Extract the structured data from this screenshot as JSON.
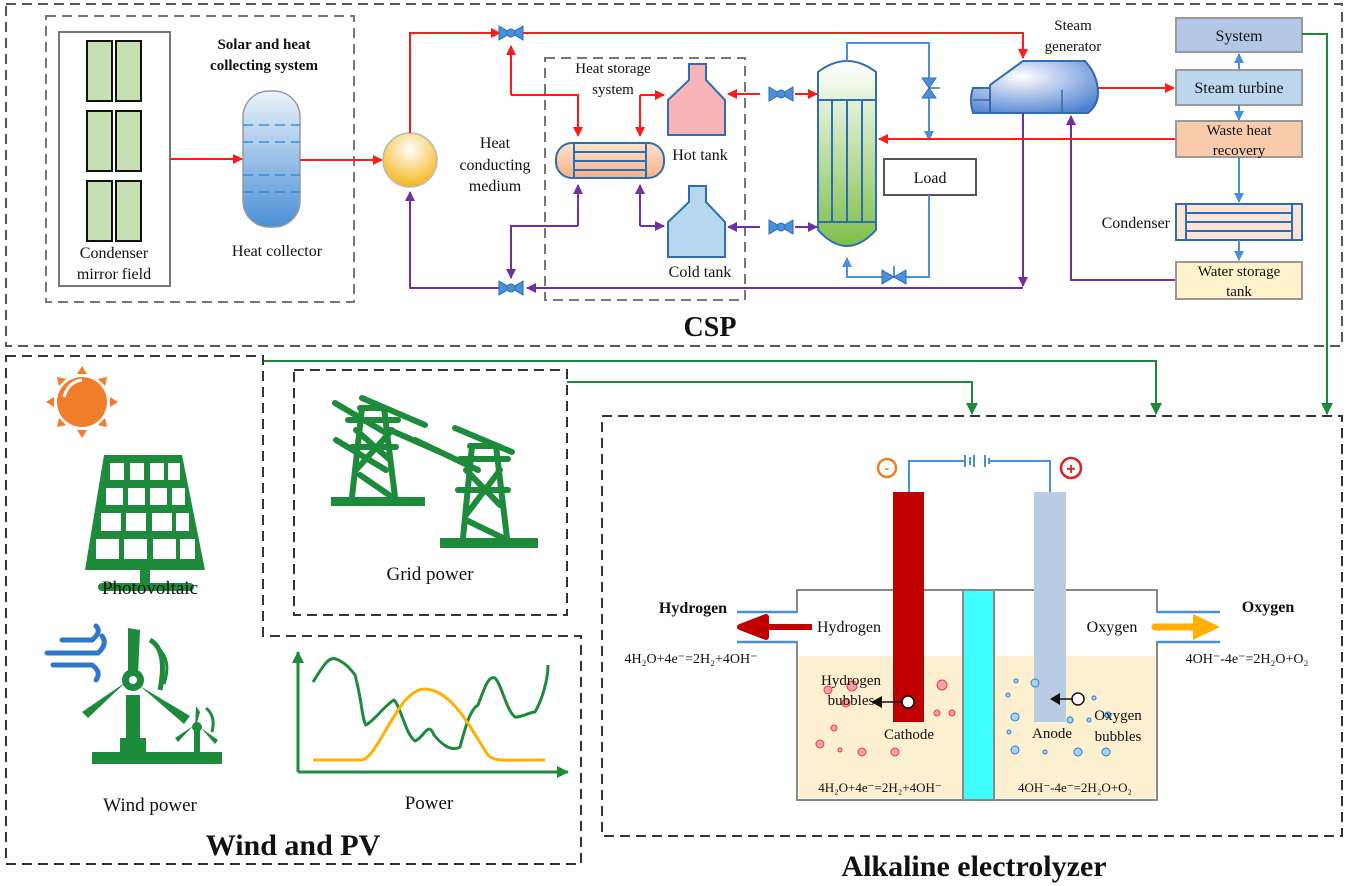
{
  "colors": {
    "hot_flow": "#ff1a1a",
    "cold_flow": "#7030a0",
    "water_flow": "#4a90d9",
    "power_flow": "#1a8a3a",
    "green_icon": "#1e8a3c",
    "sun": "#f07d2a",
    "pv_curve": "#ffb000",
    "cathode": "#c00000",
    "anode": "#b8cce4",
    "membrane": "#40ffff",
    "electrolyte": "#fdf0d0"
  },
  "csp": {
    "title": "CSP",
    "solar_system": {
      "title_line1": "Solar and heat",
      "title_line2": "collecting system",
      "mirror_field_line1": "Condenser",
      "mirror_field_line2": "mirror field",
      "heat_collector": "Heat collector"
    },
    "heat_medium": {
      "line1": "Heat",
      "line2": "conducting",
      "line3": "medium"
    },
    "heat_storage": {
      "title_line1": "Heat storage",
      "title_line2": "system",
      "hot_tank": "Hot  tank",
      "cold_tank": "Cold tank"
    },
    "load": "Load",
    "steam_generator": {
      "line1": "Steam",
      "line2": "generator"
    },
    "power_block": {
      "system": "System",
      "steam_turbine": "Steam turbine",
      "waste_heat_line1": "Waste heat",
      "waste_heat_line2": "recovery",
      "condenser": "Condenser",
      "water_storage_line1": "Water storage",
      "water_storage_line2": "tank"
    }
  },
  "wind_pv": {
    "title": "Wind and PV",
    "photovoltaic": "Photovoltaic",
    "grid_power": "Grid power",
    "wind_power": "Wind power",
    "power_chart_label": "Power"
  },
  "electrolyzer": {
    "title": "Alkaline electrolyzer",
    "negative": "-",
    "positive": "+",
    "hydrogen_out": "Hydrogen",
    "oxygen_out": "Oxygen",
    "hydrogen_inner": "Hydrogen",
    "oxygen_inner": "Oxygen",
    "hydrogen_bubbles_line1": "Hydrogen",
    "hydrogen_bubbles_line2": "bubbles",
    "oxygen_bubbles_line1": "Oxygen",
    "oxygen_bubbles_line2": "bubbles",
    "cathode": "Cathode",
    "anode": "Anode",
    "cathode_reaction_outer": "4H₂O+4e⁻=2H₂+4OH⁻",
    "anode_reaction_outer": "4OH⁻-4e⁻=2H₂O+O₂",
    "cathode_reaction_inner": "4H₂O+4e⁻=2H₂+4OH⁻",
    "anode_reaction_inner": "4OH⁻-4e⁻=2H₂O+O₂"
  }
}
